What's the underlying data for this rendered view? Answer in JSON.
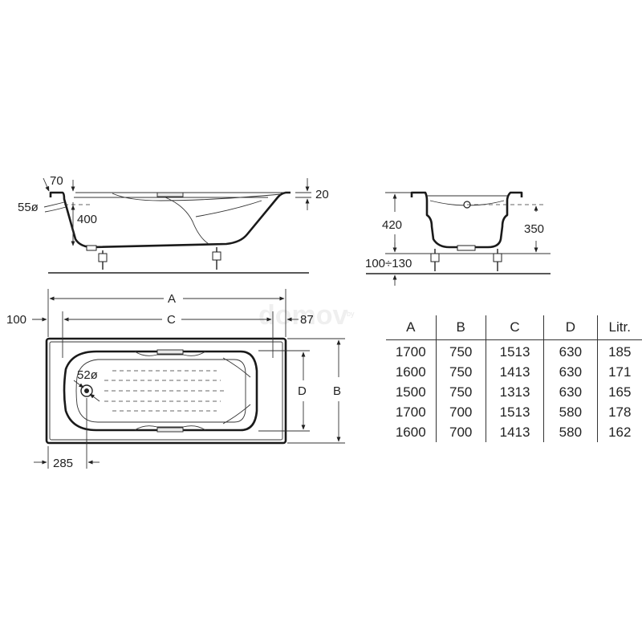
{
  "watermark": {
    "brand": "domov",
    "suffix": "by"
  },
  "side_view": {
    "rim_width": "70",
    "rim_height": "20",
    "overflow_diameter": "55ø",
    "depth": "400"
  },
  "end_view": {
    "height": "420",
    "overflow_height": "350",
    "leg_range": "100÷130"
  },
  "plan_view": {
    "length_label": "A",
    "inner_length_label": "C",
    "width_label": "B",
    "inner_width_label": "D",
    "left_offset": "100",
    "right_offset": "87",
    "drain_offset": "285",
    "drain_diameter": "52ø"
  },
  "table": {
    "headers": [
      "A",
      "B",
      "C",
      "D",
      "Litr."
    ],
    "rows": [
      [
        "1700",
        "750",
        "1513",
        "630",
        "185"
      ],
      [
        "1600",
        "750",
        "1413",
        "630",
        "171"
      ],
      [
        "1500",
        "750",
        "1313",
        "630",
        "165"
      ],
      [
        "1700",
        "700",
        "1513",
        "580",
        "178"
      ],
      [
        "1600",
        "700",
        "1413",
        "580",
        "162"
      ]
    ]
  }
}
